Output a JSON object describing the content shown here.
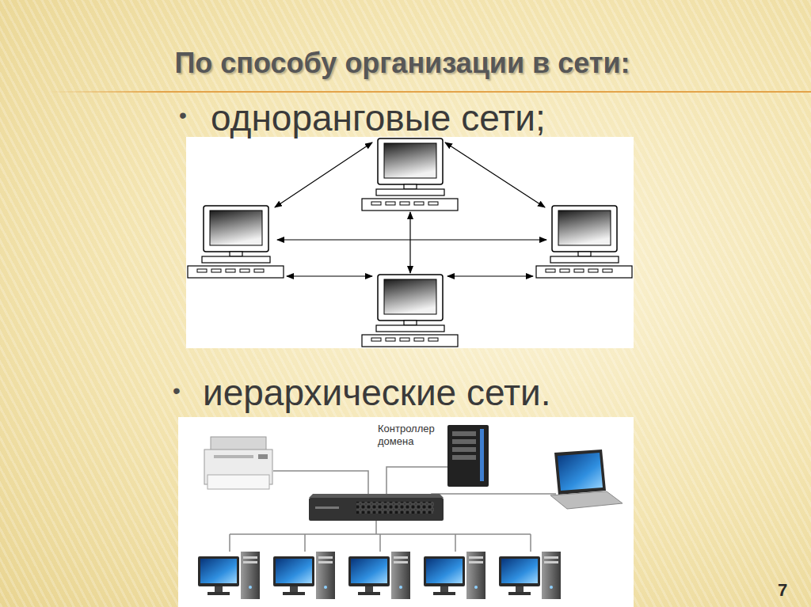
{
  "diagram": {
    "title": "По способу организации в сети:",
    "labels": [
      "•",
      "одноранговые сети;",
      "•",
      "иерархические сети.",
      "Контроллер домена",
      "7"
    ]
  }
}
